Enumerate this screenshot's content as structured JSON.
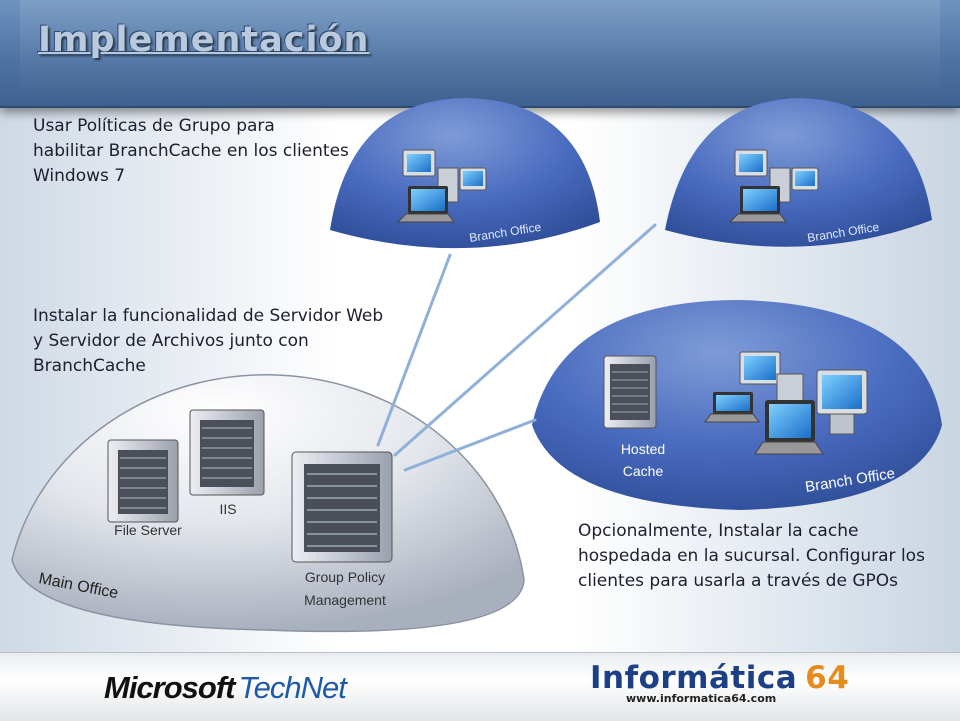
{
  "title": "Implementación",
  "notes": {
    "gpo": [
      "Usar Políticas de Grupo para",
      "habilitar BranchCache en los clientes",
      "Windows 7"
    ],
    "install": [
      "Instalar la funcionalidad de Servidor Web",
      "y Servidor de Archivos junto con",
      "BranchCache"
    ],
    "optional": [
      "Opcionalmente, Instalar la cache",
      "hospedada en la sucursal. Configurar los",
      "clientes para usarla a través de GPOs"
    ]
  },
  "diagram": {
    "branch_top_left": "Branch Office",
    "branch_top_right": "Branch Office",
    "branch_hosted": "Branch Office",
    "hosted_cache": [
      "Hosted",
      "Cache"
    ],
    "main_office": "Main Office",
    "file_server": "File Server",
    "iis": "IIS",
    "group_policy": [
      "Group Policy",
      "Management"
    ]
  },
  "footer": {
    "microsoft": "Microsoft",
    "technet": "TechNet",
    "informatica": "Informática",
    "informatica_num": "64",
    "url": "www.informatica64.com"
  },
  "colors": {
    "header": "#4f74a4",
    "dome_blue": "#3b5fae",
    "main_dome": "#c9cdd6",
    "line": "#8fb0d8"
  }
}
